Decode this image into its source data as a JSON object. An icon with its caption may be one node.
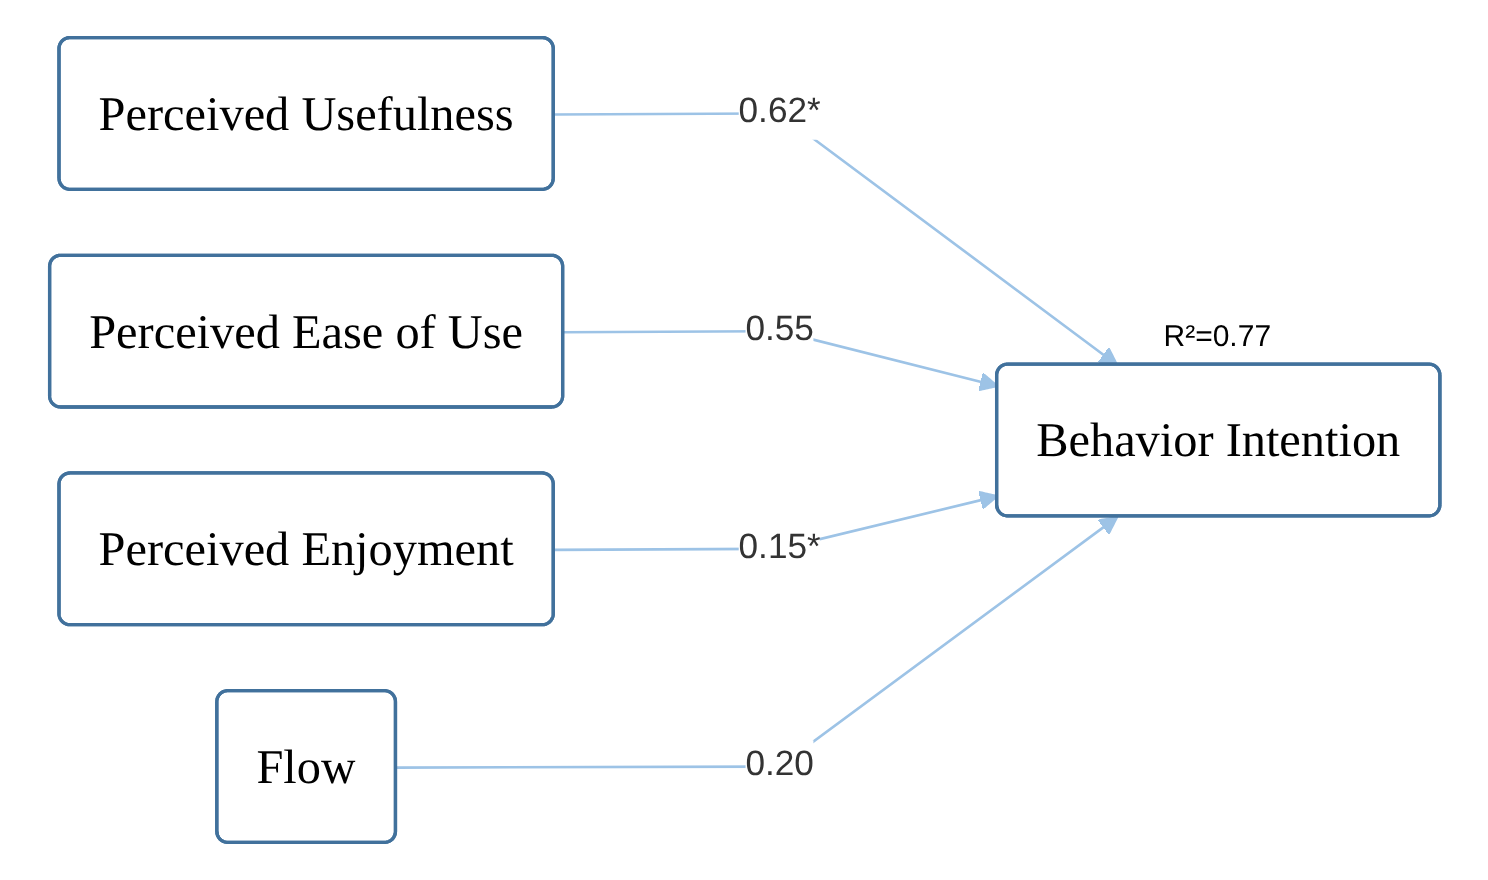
{
  "diagram": {
    "nodes": [
      {
        "text": [
          "Perceived Usefulness"
        ]
      },
      {
        "text": [
          "Perceived Ease of Use"
        ]
      },
      {
        "text": [
          "Perceived Enjoyment"
        ]
      },
      {
        "text": [
          "Flow"
        ]
      },
      {
        "text": [
          "Behavior Intention"
        ],
        "beside": [
          "R²=0.77"
        ]
      }
    ],
    "edges": [
      {
        "from": 0,
        "to": 4,
        "arrow": "to",
        "label": "0.62*"
      },
      {
        "from": 1,
        "to": 4,
        "arrow": "to",
        "label": "0.55"
      },
      {
        "from": 2,
        "to": 4,
        "arrow": "to",
        "label": "0.15*"
      },
      {
        "from": 3,
        "to": 4,
        "arrow": "to",
        "label": "0.20"
      }
    ]
  }
}
